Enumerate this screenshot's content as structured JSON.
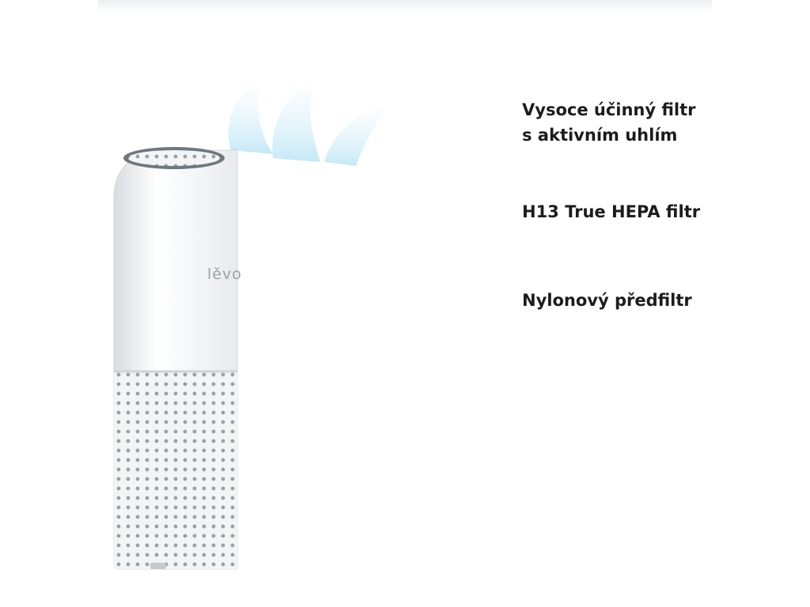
{
  "product": {
    "brand_text": "lěvo"
  },
  "labels": {
    "carbon": [
      "Vysoce účinný filtr",
      "s aktivním uhlím"
    ],
    "hepa": "H13 True HEPA filtr",
    "prefilter": "Nylonový předfiltr"
  },
  "colors": {
    "accent_line": "#5a7fb0",
    "cutaway_blue": "#3d7f93"
  },
  "icons": [
    "carbon-filter-icon",
    "hepa-filter-icon",
    "prefilter-icon"
  ]
}
